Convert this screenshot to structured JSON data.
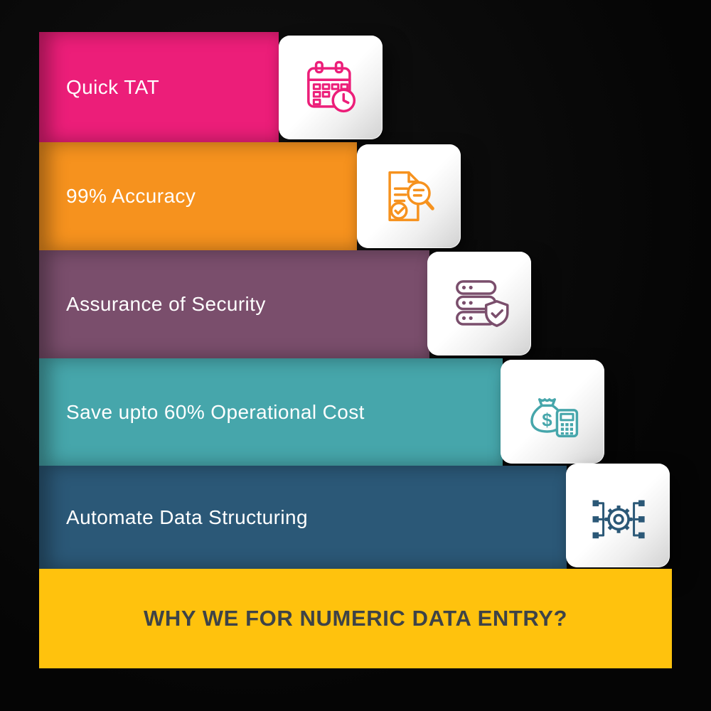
{
  "page": {
    "background": "#050505"
  },
  "features": [
    {
      "label": "Quick TAT",
      "color": "#EC1E79",
      "icon": "calendar-clock-icon"
    },
    {
      "label": "99% Accuracy",
      "color": "#F6921E",
      "icon": "document-search-icon"
    },
    {
      "label": "Assurance of Security",
      "color": "#7A4E6C",
      "icon": "server-shield-icon"
    },
    {
      "label": "Save upto 60% Operational Cost",
      "color": "#46A6AB",
      "icon": "money-calculator-icon"
    },
    {
      "label": "Automate Data Structuring",
      "color": "#2B5877",
      "icon": "gear-flowchart-icon"
    }
  ],
  "footer": {
    "title": "WHY WE FOR NUMERIC DATA ENTRY?",
    "background": "#FFC20D",
    "text_color": "#3E4347"
  }
}
